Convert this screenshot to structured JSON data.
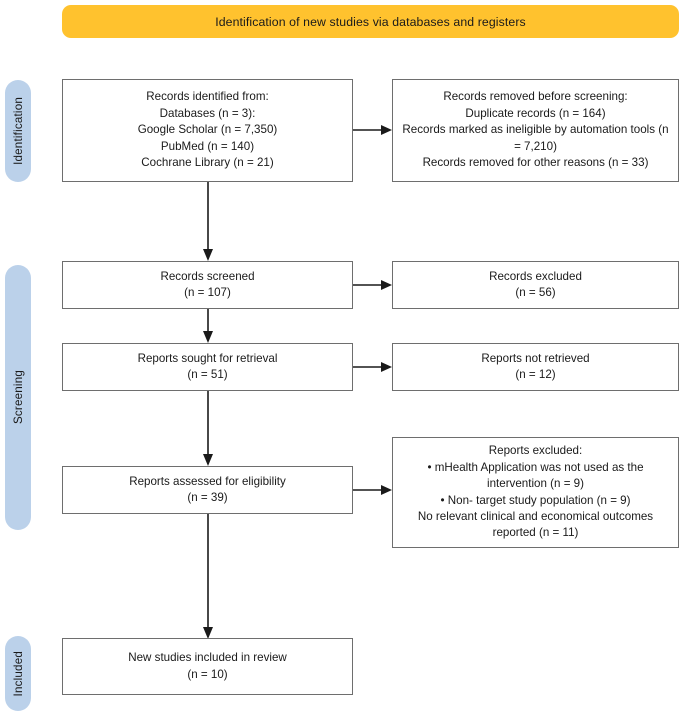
{
  "banner": {
    "title": "Identification of new studies via databases and registers",
    "color": "#FFC22E"
  },
  "stages": [
    {
      "id": "identification",
      "label": "Identification",
      "color": "#BBD1EA"
    },
    {
      "id": "screening",
      "label": "Screening",
      "color": "#BBD1EA"
    },
    {
      "id": "included",
      "label": "Included",
      "color": "#BBD1EA"
    }
  ],
  "boxes": {
    "identified": {
      "lines": [
        "Records identified from:",
        "Databases (n = 3):",
        "Google Scholar (n = 7,350)",
        "PubMed (n = 140)",
        "Cochrane Library (n = 21)"
      ]
    },
    "removed": {
      "lines": [
        "Records removed before screening:",
        "Duplicate records (n = 164)",
        "Records marked as ineligible by automation tools (n = 7,210)",
        "Records removed for other reasons (n = 33)"
      ]
    },
    "screened": {
      "lines": [
        "Records screened",
        "(n = 107)"
      ]
    },
    "excluded_records": {
      "lines": [
        "Records excluded",
        "(n = 56)"
      ]
    },
    "sought": {
      "lines": [
        "Reports sought for retrieval",
        "(n = 51)"
      ]
    },
    "not_retrieved": {
      "lines": [
        "Reports not retrieved",
        "(n = 12)"
      ]
    },
    "assessed": {
      "lines": [
        "Reports assessed for eligibility",
        "(n = 39)"
      ]
    },
    "reports_excluded": {
      "lines": [
        "Reports excluded:",
        "• mHealth Application was not used as the intervention (n = 9)",
        "• Non- target study population (n = 9)",
        "No relevant clinical and economical outcomes reported (n = 11)"
      ]
    },
    "included": {
      "lines": [
        "New studies included in review",
        "(n = 10)"
      ]
    }
  },
  "chart_data": {
    "type": "diagram",
    "diagram_kind": "PRISMA 2020 flow diagram",
    "title": "Identification of new studies via databases and registers",
    "stages": [
      "Identification",
      "Screening",
      "Included"
    ],
    "nodes": [
      {
        "id": "identified",
        "stage": "Identification",
        "label": "Records identified from",
        "databases_count": 3,
        "sources": [
          {
            "name": "Google Scholar",
            "n": 7350
          },
          {
            "name": "PubMed",
            "n": 140
          },
          {
            "name": "Cochrane Library",
            "n": 21
          }
        ]
      },
      {
        "id": "removed",
        "stage": "Identification",
        "label": "Records removed before screening",
        "reasons": [
          {
            "name": "Duplicate records",
            "n": 164
          },
          {
            "name": "Records marked as ineligible by automation tools",
            "n": 7210
          },
          {
            "name": "Records removed for other reasons",
            "n": 33
          }
        ]
      },
      {
        "id": "screened",
        "stage": "Screening",
        "label": "Records screened",
        "n": 107
      },
      {
        "id": "excluded_records",
        "stage": "Screening",
        "label": "Records excluded",
        "n": 56
      },
      {
        "id": "sought",
        "stage": "Screening",
        "label": "Reports sought for retrieval",
        "n": 51
      },
      {
        "id": "not_retrieved",
        "stage": "Screening",
        "label": "Reports not retrieved",
        "n": 12
      },
      {
        "id": "assessed",
        "stage": "Screening",
        "label": "Reports assessed for eligibility",
        "n": 39
      },
      {
        "id": "reports_excluded",
        "stage": "Screening",
        "label": "Reports excluded",
        "reasons": [
          {
            "name": "mHealth Application was not used as the intervention",
            "n": 9
          },
          {
            "name": "Non- target study population",
            "n": 9
          },
          {
            "name": "No relevant clinical and economical outcomes reported",
            "n": 11
          }
        ]
      },
      {
        "id": "included",
        "stage": "Included",
        "label": "New studies included in review",
        "n": 10
      }
    ],
    "edges": [
      {
        "from": "identified",
        "to": "removed",
        "direction": "right"
      },
      {
        "from": "identified",
        "to": "screened",
        "direction": "down"
      },
      {
        "from": "screened",
        "to": "excluded_records",
        "direction": "right"
      },
      {
        "from": "screened",
        "to": "sought",
        "direction": "down"
      },
      {
        "from": "sought",
        "to": "not_retrieved",
        "direction": "right"
      },
      {
        "from": "sought",
        "to": "assessed",
        "direction": "down"
      },
      {
        "from": "assessed",
        "to": "reports_excluded",
        "direction": "right"
      },
      {
        "from": "assessed",
        "to": "included",
        "direction": "down"
      }
    ]
  }
}
